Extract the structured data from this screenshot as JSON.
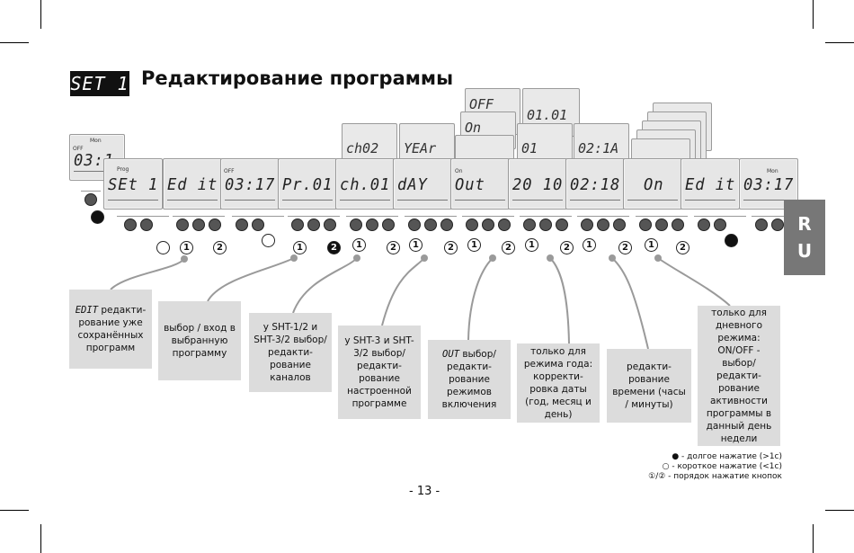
{
  "header": {
    "badge": "SET 1",
    "title": "Редактирование программы"
  },
  "side_tab": {
    "line1": "R",
    "line2": "U"
  },
  "screens": [
    {
      "seg": "03:1",
      "small": "Mon"
    },
    {
      "seg": "SEt 1",
      "small": "Prog"
    },
    {
      "seg": "Ed it",
      "small": ""
    },
    {
      "seg": "03:17",
      "small": "OFF"
    },
    {
      "seg": "Pr.01",
      "small": ""
    },
    {
      "seg": "ch.01",
      "small": ""
    },
    {
      "seg": "dAY",
      "small": ""
    },
    {
      "seg": "Out",
      "small": "On"
    },
    {
      "seg": "20 10",
      "small": ""
    },
    {
      "seg": "02:18",
      "small": ""
    },
    {
      "seg": "On",
      "small": ""
    },
    {
      "seg": "Ed it",
      "small": ""
    },
    {
      "seg": "03:17",
      "small": "Mon"
    }
  ],
  "stacked_screens": [
    {
      "seg": "ch02"
    },
    {
      "seg": "YEAr"
    },
    {
      "seg": "OFF"
    },
    {
      "seg": "On"
    },
    {
      "seg": "01.01"
    },
    {
      "seg": "01"
    },
    {
      "seg": "02:1A"
    }
  ],
  "boxes": [
    {
      "italic": "EDIT",
      "text": " редакти-рование уже сохранённых программ"
    },
    {
      "italic": "",
      "text": "выбор / вход в выбранную программу"
    },
    {
      "italic": "",
      "text": "у SHT-1/2 и SHT-3/2 выбор/редакти-рование каналов"
    },
    {
      "italic": "",
      "text": "у SHT-3 и SHT-3/2 выбор/редакти-рование настроенной программе"
    },
    {
      "italic": "OUT",
      "text": " выбор/редакти-рование режимов включения"
    },
    {
      "italic": "",
      "text": "только для режима года: корректи-ровка даты (год, месяц и день)"
    },
    {
      "italic": "",
      "text": "редакти-рование времени (часы / минуты)"
    },
    {
      "italic": "ON/OFF",
      "text": "только для дневного режима: ON/OFF - выбор/редакти-рование активности программы в данный день недели"
    }
  ],
  "legend": {
    "long": "● - долгое нажатие (>1с)",
    "short": "○ - короткое нажатие (<1с)",
    "order": "①/② - порядок нажатие кнопок"
  },
  "page_number": "- 13 -"
}
